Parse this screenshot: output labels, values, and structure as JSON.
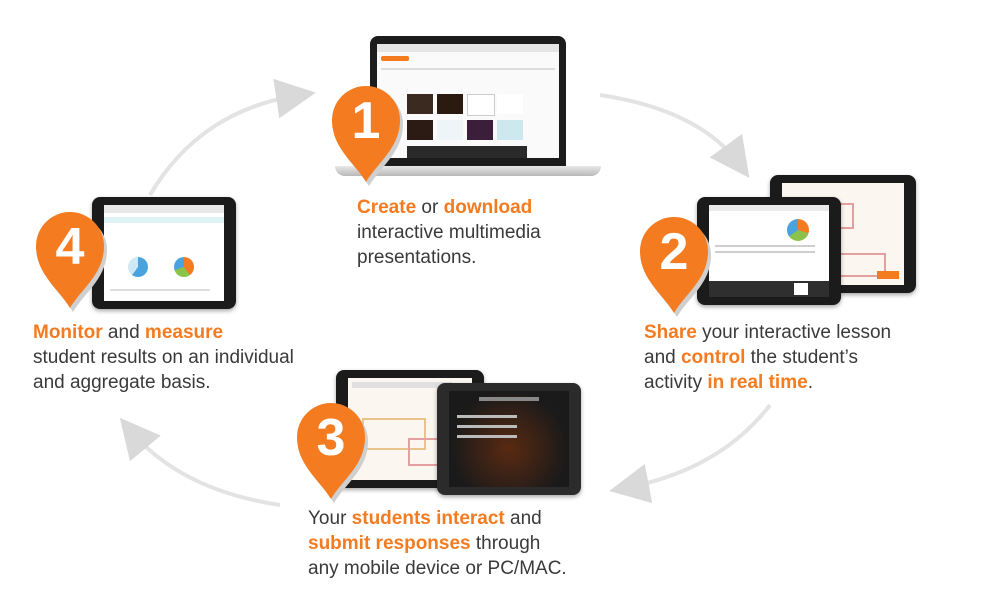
{
  "steps": [
    {
      "number": "1",
      "lines": [
        [
          "Create",
          " or ",
          "download"
        ],
        [
          "interactive multimedia"
        ],
        [
          "presentations."
        ]
      ]
    },
    {
      "number": "2",
      "lines": [
        [
          "Share",
          " your interactive lesson"
        ],
        [
          "and ",
          "control",
          " the student’s"
        ],
        [
          "activity ",
          "in real time",
          "."
        ]
      ]
    },
    {
      "number": "3",
      "lines": [
        [
          "Your ",
          "students interact",
          " and"
        ],
        [
          "submit responses",
          " through"
        ],
        [
          "any mobile device or PC/MAC."
        ]
      ]
    },
    {
      "number": "4",
      "lines": [
        [
          "Monitor",
          " and ",
          "measure"
        ],
        [
          "student results on an individual"
        ],
        [
          "and aggregate basis."
        ]
      ]
    }
  ],
  "colors": {
    "accent": "#f47b20",
    "text": "#3a3a3a",
    "arrow": "#d9d9d9",
    "marker_shadow": "#cfcfcf"
  },
  "icons": [
    "laptop-icon",
    "tablet-icon",
    "circular-arrow-icon"
  ]
}
